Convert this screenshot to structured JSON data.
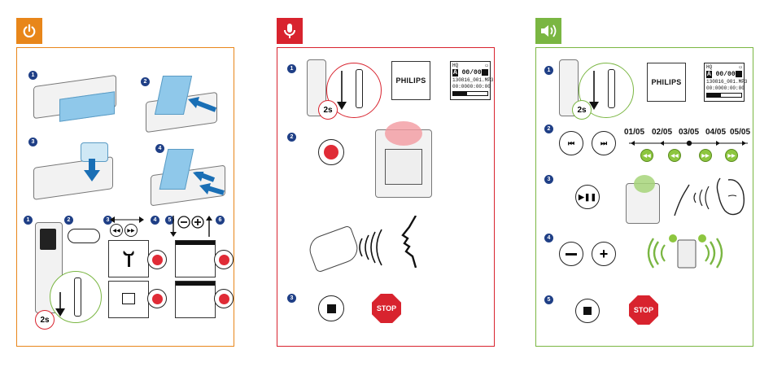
{
  "panels": {
    "power": {
      "color": "#e8861a",
      "icon": "power-icon",
      "step_numbers": [
        "1",
        "2",
        "3",
        "4",
        "1",
        "2",
        "3",
        "4",
        "5",
        "6"
      ],
      "two_s": "2s"
    },
    "record": {
      "color": "#d8232e",
      "icon": "microphone-icon",
      "step_numbers": [
        "1",
        "2",
        "3"
      ],
      "brand": "PHILIPS",
      "screen": {
        "hq": "HQ",
        "index_letter": "A",
        "counter": "00/00",
        "filename": "130816_001.MP3",
        "time_left": "00:00",
        "time_right": "00:00:00"
      },
      "two_s": "2s",
      "stop_sign": "STOP"
    },
    "play": {
      "color": "#7ab642",
      "icon": "speaker-icon",
      "step_numbers": [
        "1",
        "2",
        "3",
        "4",
        "5"
      ],
      "brand": "PHILIPS",
      "screen": {
        "hq": "HQ",
        "index_letter": "A",
        "counter": "00/00",
        "filename": "130816_001.MP3",
        "time_left": "00:00",
        "time_right": "00:00:00"
      },
      "two_s": "2s",
      "tracks": [
        "01/05",
        "02/05",
        "03/05",
        "04/05",
        "05/05"
      ],
      "stop_sign": "STOP"
    }
  }
}
